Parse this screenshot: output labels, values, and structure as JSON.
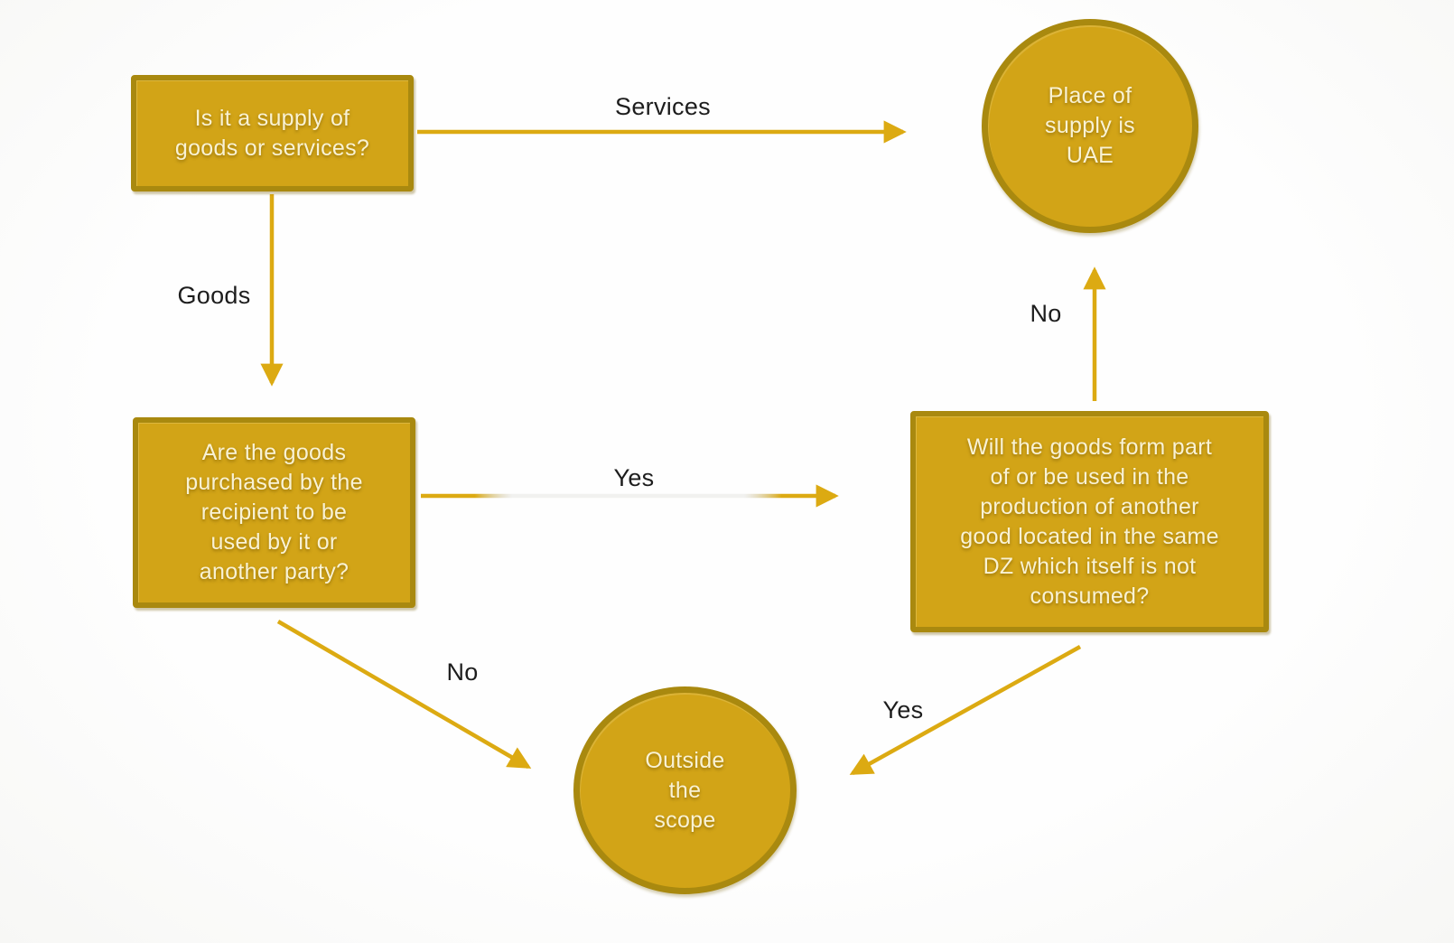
{
  "diagram": {
    "description": "Place of supply decision flowchart",
    "colors": {
      "node_fill": "#d2a417",
      "node_border": "#a9890f",
      "node_text": "#f9f2d4",
      "arrow": "#dcaa12",
      "edge_label_text": "#1d1d1d",
      "background": "#fbfbfa"
    },
    "nodes": [
      {
        "id": "supply-type-question",
        "shape": "rect",
        "label": "Is it a supply of\ngoods or services?"
      },
      {
        "id": "place-of-supply-uae",
        "shape": "circle",
        "label": "Place of\nsupply is\nUAE"
      },
      {
        "id": "goods-recipient-question",
        "shape": "rect",
        "label": "Are the goods\npurchased by the\nrecipient to be\nused by it or\nanother party?"
      },
      {
        "id": "goods-production-question",
        "shape": "rect",
        "label": "Will the goods form part\nof or be used in the\nproduction of another\ngood located in the same\nDZ which itself is not\nconsumed?"
      },
      {
        "id": "outside-the-scope",
        "shape": "circle",
        "label": "Outside\nthe\nscope"
      }
    ],
    "edges": [
      {
        "from": "supply-type-question",
        "to": "place-of-supply-uae",
        "label": "Services"
      },
      {
        "from": "supply-type-question",
        "to": "goods-recipient-question",
        "label": "Goods"
      },
      {
        "from": "goods-recipient-question",
        "to": "goods-production-question",
        "label": "Yes"
      },
      {
        "from": "goods-production-question",
        "to": "place-of-supply-uae",
        "label": "No"
      },
      {
        "from": "goods-recipient-question",
        "to": "outside-the-scope",
        "label": "No"
      },
      {
        "from": "goods-production-question",
        "to": "outside-the-scope",
        "label": "Yes"
      }
    ]
  }
}
